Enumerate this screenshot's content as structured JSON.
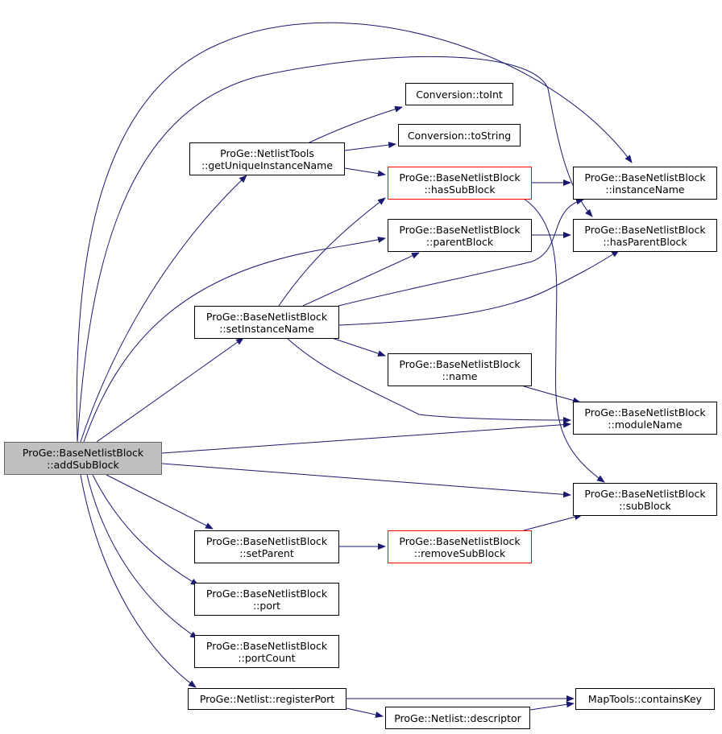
{
  "nodes": {
    "addSubBlock": {
      "l1": "ProGe::BaseNetlistBlock",
      "l2": "::addSubBlock"
    },
    "getUniqueInstanceName": {
      "l1": "ProGe::NetlistTools",
      "l2": "::getUniqueInstanceName"
    },
    "toInt": {
      "l1": "Conversion::toInt"
    },
    "toString": {
      "l1": "Conversion::toString"
    },
    "hasSubBlock": {
      "l1": "ProGe::BaseNetlistBlock",
      "l2": "::hasSubBlock"
    },
    "parentBlock": {
      "l1": "ProGe::BaseNetlistBlock",
      "l2": "::parentBlock"
    },
    "instanceName": {
      "l1": "ProGe::BaseNetlistBlock",
      "l2": "::instanceName"
    },
    "hasParentBlock": {
      "l1": "ProGe::BaseNetlistBlock",
      "l2": "::hasParentBlock"
    },
    "setInstanceName": {
      "l1": "ProGe::BaseNetlistBlock",
      "l2": "::setInstanceName"
    },
    "name": {
      "l1": "ProGe::BaseNetlistBlock",
      "l2": "::name"
    },
    "moduleName": {
      "l1": "ProGe::BaseNetlistBlock",
      "l2": "::moduleName"
    },
    "subBlock": {
      "l1": "ProGe::BaseNetlistBlock",
      "l2": "::subBlock"
    },
    "setParent": {
      "l1": "ProGe::BaseNetlistBlock",
      "l2": "::setParent"
    },
    "removeSubBlock": {
      "l1": "ProGe::BaseNetlistBlock",
      "l2": "::removeSubBlock"
    },
    "port": {
      "l1": "ProGe::BaseNetlistBlock",
      "l2": "::port"
    },
    "portCount": {
      "l1": "ProGe::BaseNetlistBlock",
      "l2": "::portCount"
    },
    "registerPort": {
      "l1": "ProGe::Netlist::registerPort"
    },
    "descriptor": {
      "l1": "ProGe::Netlist::descriptor"
    },
    "containsKey": {
      "l1": "MapTools::containsKey"
    }
  },
  "colors": {
    "edge": "#191970",
    "node_border": "#000000",
    "highlight_border": "#ff0000",
    "root_fill": "#bfbfbf"
  }
}
